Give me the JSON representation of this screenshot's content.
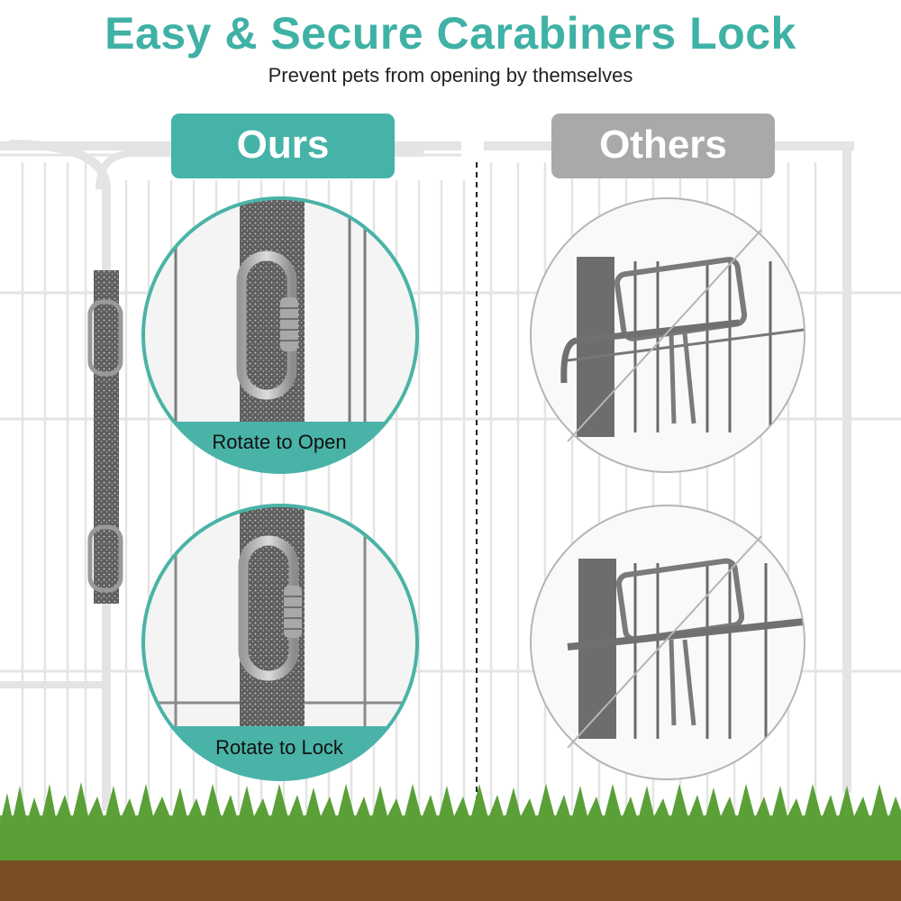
{
  "header": {
    "title": "Easy & Secure Carabiners Lock",
    "subtitle": "Prevent pets from opening by themselves"
  },
  "comparison": {
    "ours_label": "Ours",
    "others_label": "Others",
    "ours_captions": [
      "Rotate to Open",
      "Rotate to Lock"
    ]
  },
  "colors": {
    "accent": "#45b3a8",
    "title": "#3fb1a5",
    "others_gray": "#a9a9a9",
    "fence_white": "#f3f3f3",
    "grass": "#5aa037"
  }
}
